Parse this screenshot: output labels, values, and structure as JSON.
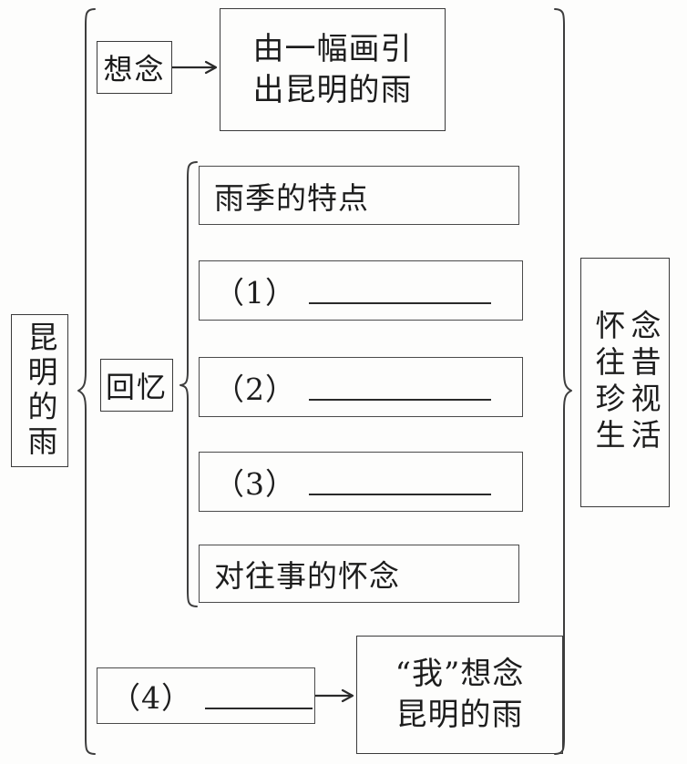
{
  "diagram": {
    "title_left": "昆明的雨",
    "theme_right": "怀念往昔\n珍视生活",
    "theme_right_col1": "怀往珍生",
    "theme_right_col2": "念昔视活",
    "branches": {
      "intro_tag": "想念",
      "recall_tag": "回忆"
    },
    "intro_box": "由一幅画引\n出昆明的雨",
    "recall_items": [
      {
        "id": "item-1",
        "label": "雨季的特点",
        "has_blank": false
      },
      {
        "id": "item-2",
        "label": "（1）",
        "has_blank": true
      },
      {
        "id": "item-3",
        "label": "（2）",
        "has_blank": true
      },
      {
        "id": "item-4",
        "label": "（3）",
        "has_blank": true
      },
      {
        "id": "item-5",
        "label": "对往事的怀念",
        "has_blank": false
      }
    ],
    "bottom_left_box": {
      "label": "（4）",
      "has_blank": true
    },
    "bottom_right_box": "“我”想念\n昆明的雨",
    "colors": {
      "ink": "#1d1d1d",
      "line": "#3a3a3a",
      "paper": "#fdfdfc"
    }
  }
}
